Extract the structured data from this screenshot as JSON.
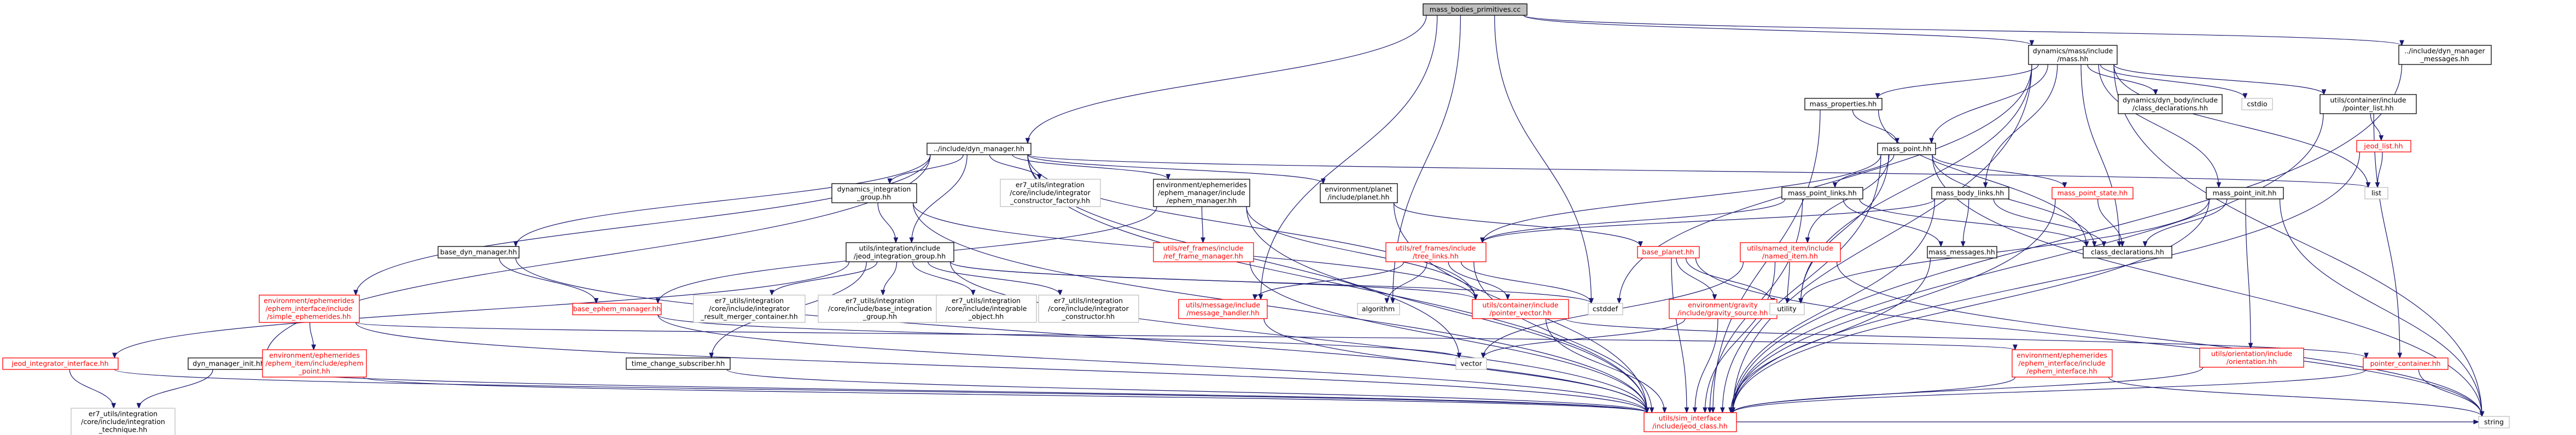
{
  "colors": {
    "edge": "#191970",
    "root_fill": "#bfbfbf",
    "normal_border": "#000000",
    "missing_border": "#ff0000",
    "system_border": "#bfbfbf",
    "system_text": "#000000",
    "normal_text": "#000000",
    "missing_text": "#ff0000"
  },
  "nodes": [
    {
      "id": "root",
      "kind": "root",
      "lines": [
        "mass_bodies_primitives.cc"
      ]
    },
    {
      "id": "dyn_manager",
      "kind": "normal",
      "lines": [
        "../include/dyn_manager.hh"
      ]
    },
    {
      "id": "mass_include",
      "kind": "normal",
      "lines": [
        "dynamics/mass/include",
        "/mass.hh"
      ]
    },
    {
      "id": "dyn_manager_messages",
      "kind": "normal",
      "lines": [
        "../include/dyn_manager",
        "_messages.hh"
      ]
    },
    {
      "id": "mass_properties",
      "kind": "normal",
      "lines": [
        "mass_properties.hh"
      ]
    },
    {
      "id": "class_declarations_dyn_body",
      "kind": "normal",
      "lines": [
        "dynamics/dyn_body/include",
        "/class_declarations.hh"
      ]
    },
    {
      "id": "cstdio",
      "kind": "system",
      "lines": [
        "cstdio"
      ]
    },
    {
      "id": "pointer_list",
      "kind": "normal",
      "lines": [
        "utils/container/include",
        "/pointer_list.hh"
      ]
    },
    {
      "id": "jeod_list",
      "kind": "missing",
      "lines": [
        "jeod_list.hh"
      ]
    },
    {
      "id": "list",
      "kind": "system",
      "lines": [
        "list"
      ]
    },
    {
      "id": "mass_point",
      "kind": "normal",
      "lines": [
        "mass_point.hh"
      ]
    },
    {
      "id": "integration_group",
      "kind": "normal",
      "lines": [
        "dynamics_integration",
        "_group.hh"
      ]
    },
    {
      "id": "er7_integrator_factory",
      "kind": "system",
      "lines": [
        "er7_utils/integration",
        "/core/include/integrator",
        "_constructor_factory.hh"
      ]
    },
    {
      "id": "ephem_manager",
      "kind": "normal",
      "lines": [
        "environment/ephemerides",
        "/ephem_manager/include",
        "/ephem_manager.hh"
      ]
    },
    {
      "id": "planet",
      "kind": "normal",
      "lines": [
        "environment/planet",
        "/include/planet.hh"
      ]
    },
    {
      "id": "mass_point_links",
      "kind": "normal",
      "lines": [
        "mass_point_links.hh"
      ]
    },
    {
      "id": "mass_body_links",
      "kind": "normal",
      "lines": [
        "mass_body_links.hh"
      ]
    },
    {
      "id": "mass_point_state",
      "kind": "missing",
      "lines": [
        "mass_point_state.hh"
      ]
    },
    {
      "id": "mass_point_init",
      "kind": "normal",
      "lines": [
        "mass_point_init.hh"
      ]
    },
    {
      "id": "base_dyn_manager",
      "kind": "normal",
      "lines": [
        "base_dyn_manager.hh"
      ]
    },
    {
      "id": "jeod_integration_group",
      "kind": "normal",
      "lines": [
        "utils/integration/include",
        "/jeod_integration_group.hh"
      ]
    },
    {
      "id": "ref_frame_manager",
      "kind": "missing",
      "lines": [
        "utils/ref_frames/include",
        "/ref_frame_manager.hh"
      ]
    },
    {
      "id": "tree_links",
      "kind": "missing",
      "lines": [
        "utils/ref_frames/include",
        "/tree_links.hh"
      ]
    },
    {
      "id": "base_planet",
      "kind": "missing",
      "lines": [
        "base_planet.hh"
      ]
    },
    {
      "id": "named_item",
      "kind": "missing",
      "lines": [
        "utils/named_item/include",
        "/named_item.hh"
      ]
    },
    {
      "id": "mass_messages",
      "kind": "normal",
      "lines": [
        "mass_messages.hh"
      ]
    },
    {
      "id": "class_declarations",
      "kind": "normal",
      "lines": [
        "class_declarations.hh"
      ]
    },
    {
      "id": "simple_ephemerides",
      "kind": "missing",
      "lines": [
        "environment/ephemerides",
        "/ephem_interface/include",
        "/simple_ephemerides.hh"
      ]
    },
    {
      "id": "base_ephem_manager",
      "kind": "missing",
      "lines": [
        "base_ephem_manager.hh"
      ]
    },
    {
      "id": "er7_result_merger",
      "kind": "system",
      "lines": [
        "er7_utils/integration",
        "/core/include/integrator",
        "_result_merger_container.hh"
      ]
    },
    {
      "id": "er7_base_integration_group",
      "kind": "system",
      "lines": [
        "er7_utils/integration",
        "/core/include/base_integration",
        "_group.hh"
      ]
    },
    {
      "id": "er7_integrable_object",
      "kind": "system",
      "lines": [
        "er7_utils/integration",
        "/core/include/integrable",
        "_object.hh"
      ]
    },
    {
      "id": "er7_integrator_constructor",
      "kind": "system",
      "lines": [
        "er7_utils/integration",
        "/core/include/integrator",
        "_constructor.hh"
      ]
    },
    {
      "id": "algorithm",
      "kind": "system",
      "lines": [
        "algorithm"
      ]
    },
    {
      "id": "message_handler",
      "kind": "missing",
      "lines": [
        "utils/message/include",
        "/message_handler.hh"
      ]
    },
    {
      "id": "pointer_vector",
      "kind": "missing",
      "lines": [
        "utils/container/include",
        "/pointer_vector.hh"
      ]
    },
    {
      "id": "cstddef",
      "kind": "system",
      "lines": [
        "cstddef"
      ]
    },
    {
      "id": "gravity_source",
      "kind": "missing",
      "lines": [
        "environment/gravity",
        "/include/gravity_source.hh"
      ]
    },
    {
      "id": "utility",
      "kind": "system",
      "lines": [
        "utility"
      ]
    },
    {
      "id": "orientation",
      "kind": "missing",
      "lines": [
        "utils/orientation/include",
        "/orientation.hh"
      ]
    },
    {
      "id": "pointer_container",
      "kind": "missing",
      "lines": [
        "pointer_container.hh"
      ]
    },
    {
      "id": "jeod_integrator_interface",
      "kind": "missing",
      "lines": [
        "jeod_integrator_interface.hh"
      ]
    },
    {
      "id": "dyn_manager_init",
      "kind": "normal",
      "lines": [
        "dyn_manager_init.hh"
      ]
    },
    {
      "id": "ephem_point",
      "kind": "missing",
      "lines": [
        "environment/ephemerides",
        "/ephem_item/include/ephem",
        "_point.hh"
      ]
    },
    {
      "id": "time_change_subscriber",
      "kind": "normal",
      "lines": [
        "time_change_subscriber.hh"
      ]
    },
    {
      "id": "vector",
      "kind": "system",
      "lines": [
        "vector"
      ]
    },
    {
      "id": "ephem_interface",
      "kind": "missing",
      "lines": [
        "environment/ephemerides",
        "/ephem_interface/include",
        "/ephem_interface.hh"
      ]
    },
    {
      "id": "jeod_class",
      "kind": "missing",
      "lines": [
        "utils/sim_interface",
        "/include/jeod_class.hh"
      ]
    },
    {
      "id": "string",
      "kind": "system",
      "lines": [
        "string"
      ]
    },
    {
      "id": "er7_integration_technique",
      "kind": "system",
      "lines": [
        "er7_utils/integration",
        "/core/include/integration",
        "_technique.hh"
      ]
    }
  ],
  "edges": [
    [
      "root",
      "dyn_manager"
    ],
    [
      "root",
      "mass_include"
    ],
    [
      "root",
      "dyn_manager_messages"
    ],
    [
      "root",
      "message_handler"
    ],
    [
      "root",
      "algorithm"
    ],
    [
      "root",
      "cstddef"
    ],
    [
      "dyn_manager",
      "integration_group"
    ],
    [
      "dyn_manager",
      "er7_integrator_factory"
    ],
    [
      "dyn_manager",
      "ephem_manager"
    ],
    [
      "dyn_manager",
      "planet"
    ],
    [
      "dyn_manager",
      "base_dyn_manager"
    ],
    [
      "dyn_manager",
      "jeod_integration_group"
    ],
    [
      "dyn_manager",
      "simple_ephemerides"
    ],
    [
      "dyn_manager",
      "dyn_manager_init"
    ],
    [
      "dyn_manager",
      "pointer_vector"
    ],
    [
      "dyn_manager",
      "vector"
    ],
    [
      "dyn_manager",
      "list"
    ],
    [
      "dyn_manager",
      "jeod_class"
    ],
    [
      "mass_include",
      "mass_properties"
    ],
    [
      "mass_include",
      "class_declarations_dyn_body"
    ],
    [
      "mass_include",
      "cstdio"
    ],
    [
      "mass_include",
      "pointer_list"
    ],
    [
      "mass_include",
      "list"
    ],
    [
      "mass_include",
      "mass_point"
    ],
    [
      "mass_include",
      "mass_body_links"
    ],
    [
      "mass_include",
      "mass_point_init"
    ],
    [
      "mass_include",
      "class_declarations"
    ],
    [
      "mass_include",
      "cstddef"
    ],
    [
      "mass_include",
      "utility"
    ],
    [
      "mass_include",
      "string"
    ],
    [
      "mass_include",
      "jeod_class"
    ],
    [
      "dyn_manager_messages",
      "jeod_class"
    ],
    [
      "mass_properties",
      "mass_point"
    ],
    [
      "mass_properties",
      "class_declarations"
    ],
    [
      "mass_properties",
      "jeod_class"
    ],
    [
      "pointer_list",
      "jeod_list"
    ],
    [
      "pointer_list",
      "pointer_container"
    ],
    [
      "pointer_list",
      "jeod_class"
    ],
    [
      "jeod_list",
      "list"
    ],
    [
      "jeod_list",
      "jeod_class"
    ],
    [
      "mass_point",
      "mass_point_links"
    ],
    [
      "mass_point",
      "mass_point_state"
    ],
    [
      "mass_point",
      "named_item"
    ],
    [
      "mass_point",
      "class_declarations"
    ],
    [
      "mass_point",
      "utility"
    ],
    [
      "mass_point",
      "string"
    ],
    [
      "mass_point",
      "jeod_class"
    ],
    [
      "mass_point",
      "tree_links"
    ],
    [
      "integration_group",
      "jeod_integration_group"
    ],
    [
      "integration_group",
      "pointer_vector"
    ],
    [
      "integration_group",
      "jeod_class"
    ],
    [
      "ephem_manager",
      "ref_frame_manager"
    ],
    [
      "ephem_manager",
      "base_ephem_manager"
    ],
    [
      "ephem_manager",
      "pointer_vector"
    ],
    [
      "ephem_manager",
      "jeod_class"
    ],
    [
      "planet",
      "base_planet"
    ],
    [
      "planet",
      "jeod_class"
    ],
    [
      "mass_point_links",
      "tree_links"
    ],
    [
      "mass_point_links",
      "mass_messages"
    ],
    [
      "mass_point_links",
      "class_declarations"
    ],
    [
      "mass_point_links",
      "jeod_class"
    ],
    [
      "mass_body_links",
      "tree_links"
    ],
    [
      "mass_body_links",
      "mass_messages"
    ],
    [
      "mass_body_links",
      "class_declarations"
    ],
    [
      "mass_body_links",
      "jeod_class"
    ],
    [
      "mass_point_state",
      "class_declarations"
    ],
    [
      "mass_point_state",
      "jeod_class"
    ],
    [
      "mass_point_init",
      "class_declarations"
    ],
    [
      "mass_point_init",
      "orientation"
    ],
    [
      "mass_point_init",
      "utility"
    ],
    [
      "mass_point_init",
      "string"
    ],
    [
      "mass_point_init",
      "jeod_class"
    ],
    [
      "base_dyn_manager",
      "base_ephem_manager"
    ],
    [
      "base_dyn_manager",
      "jeod_class"
    ],
    [
      "jeod_integration_group",
      "er7_result_merger"
    ],
    [
      "jeod_integration_group",
      "er7_base_integration_group"
    ],
    [
      "jeod_integration_group",
      "er7_integrable_object"
    ],
    [
      "jeod_integration_group",
      "er7_integrator_constructor"
    ],
    [
      "jeod_integration_group",
      "jeod_integrator_interface"
    ],
    [
      "jeod_integration_group",
      "time_change_subscriber"
    ],
    [
      "jeod_integration_group",
      "pointer_vector"
    ],
    [
      "jeod_integration_group",
      "cstddef"
    ],
    [
      "jeod_integration_group",
      "jeod_class"
    ],
    [
      "ref_frame_manager",
      "jeod_class"
    ],
    [
      "tree_links",
      "message_handler"
    ],
    [
      "tree_links",
      "pointer_vector"
    ],
    [
      "tree_links",
      "algorithm"
    ],
    [
      "tree_links",
      "cstddef"
    ],
    [
      "tree_links",
      "jeod_class"
    ],
    [
      "base_planet",
      "gravity_source"
    ],
    [
      "base_planet",
      "utility"
    ],
    [
      "base_planet",
      "string"
    ],
    [
      "base_planet",
      "jeod_class"
    ],
    [
      "named_item",
      "utility"
    ],
    [
      "named_item",
      "vector"
    ],
    [
      "named_item",
      "string"
    ],
    [
      "named_item",
      "jeod_class"
    ],
    [
      "mass_messages",
      "jeod_class"
    ],
    [
      "simple_ephemerides",
      "ephem_point"
    ],
    [
      "simple_ephemerides",
      "ephem_interface"
    ],
    [
      "simple_ephemerides",
      "jeod_class"
    ],
    [
      "base_ephem_manager",
      "vector"
    ],
    [
      "base_ephem_manager",
      "jeod_class"
    ],
    [
      "message_handler",
      "jeod_class"
    ],
    [
      "pointer_vector",
      "pointer_container"
    ],
    [
      "pointer_vector",
      "jeod_class"
    ],
    [
      "gravity_source",
      "vector"
    ],
    [
      "gravity_source",
      "jeod_class"
    ],
    [
      "orientation",
      "jeod_class"
    ],
    [
      "pointer_container",
      "string"
    ],
    [
      "pointer_container",
      "jeod_class"
    ],
    [
      "jeod_integrator_interface",
      "er7_integration_technique"
    ],
    [
      "jeod_integrator_interface",
      "jeod_class"
    ],
    [
      "dyn_manager_init",
      "er7_integration_technique"
    ],
    [
      "dyn_manager_init",
      "jeod_class"
    ],
    [
      "ephem_point",
      "jeod_class"
    ],
    [
      "time_change_subscriber",
      "jeod_class"
    ],
    [
      "ephem_interface",
      "string"
    ],
    [
      "ephem_interface",
      "jeod_class"
    ],
    [
      "jeod_class",
      "string"
    ]
  ]
}
